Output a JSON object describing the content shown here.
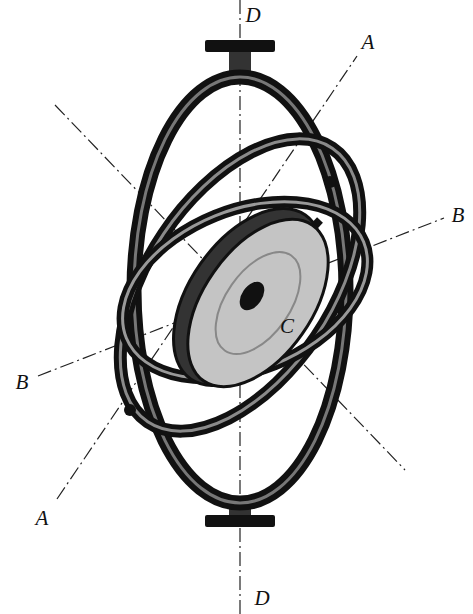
{
  "diagram": {
    "labels": [
      "D",
      "A",
      "B",
      "C",
      "B",
      "A",
      "D"
    ]
  }
}
